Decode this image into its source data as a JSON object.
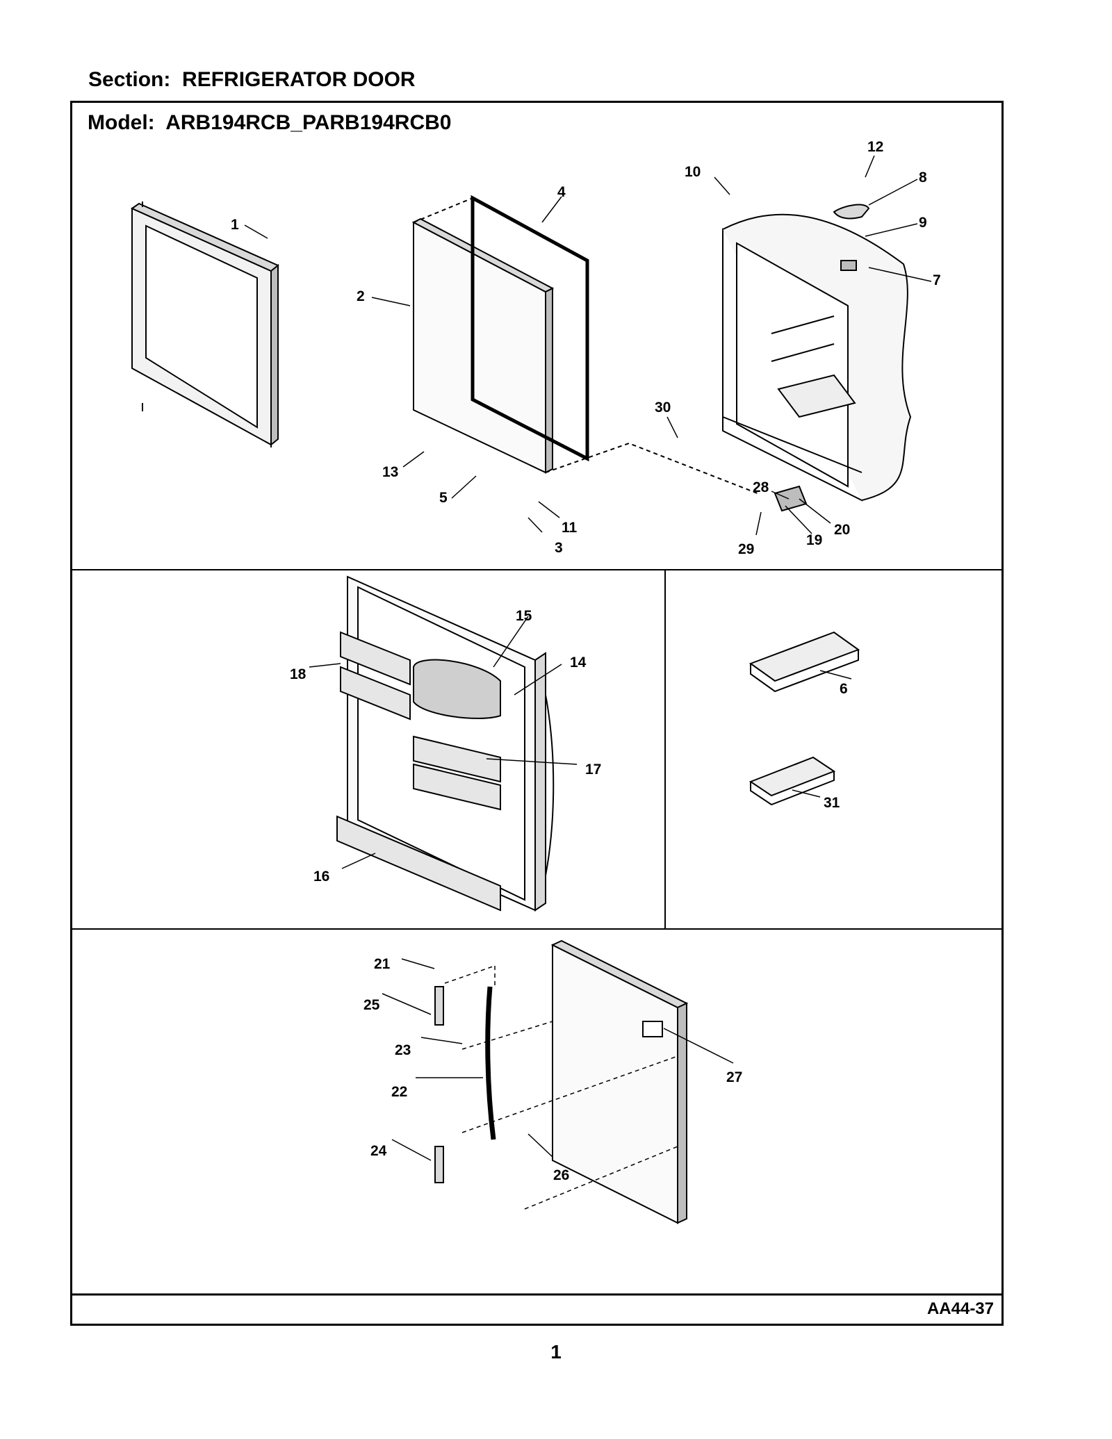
{
  "section": {
    "label": "Section:",
    "value": "REFRIGERATOR DOOR"
  },
  "model": {
    "label": "Model:",
    "value": "ARB194RCB_PARB194RCB0"
  },
  "diagram_code": "AA44-37",
  "page_number": "1",
  "callouts": [
    "1",
    "2",
    "3",
    "4",
    "5",
    "6",
    "7",
    "8",
    "9",
    "10",
    "11",
    "12",
    "13",
    "14",
    "15",
    "16",
    "17",
    "18",
    "19",
    "20",
    "21",
    "22",
    "23",
    "24",
    "25",
    "26",
    "27",
    "28",
    "29",
    "30",
    "31"
  ],
  "colors": {
    "line": "#000000",
    "fill_light": "#f2f2f2",
    "fill_mid": "#d9d9d9",
    "fill_dark": "#555555"
  }
}
